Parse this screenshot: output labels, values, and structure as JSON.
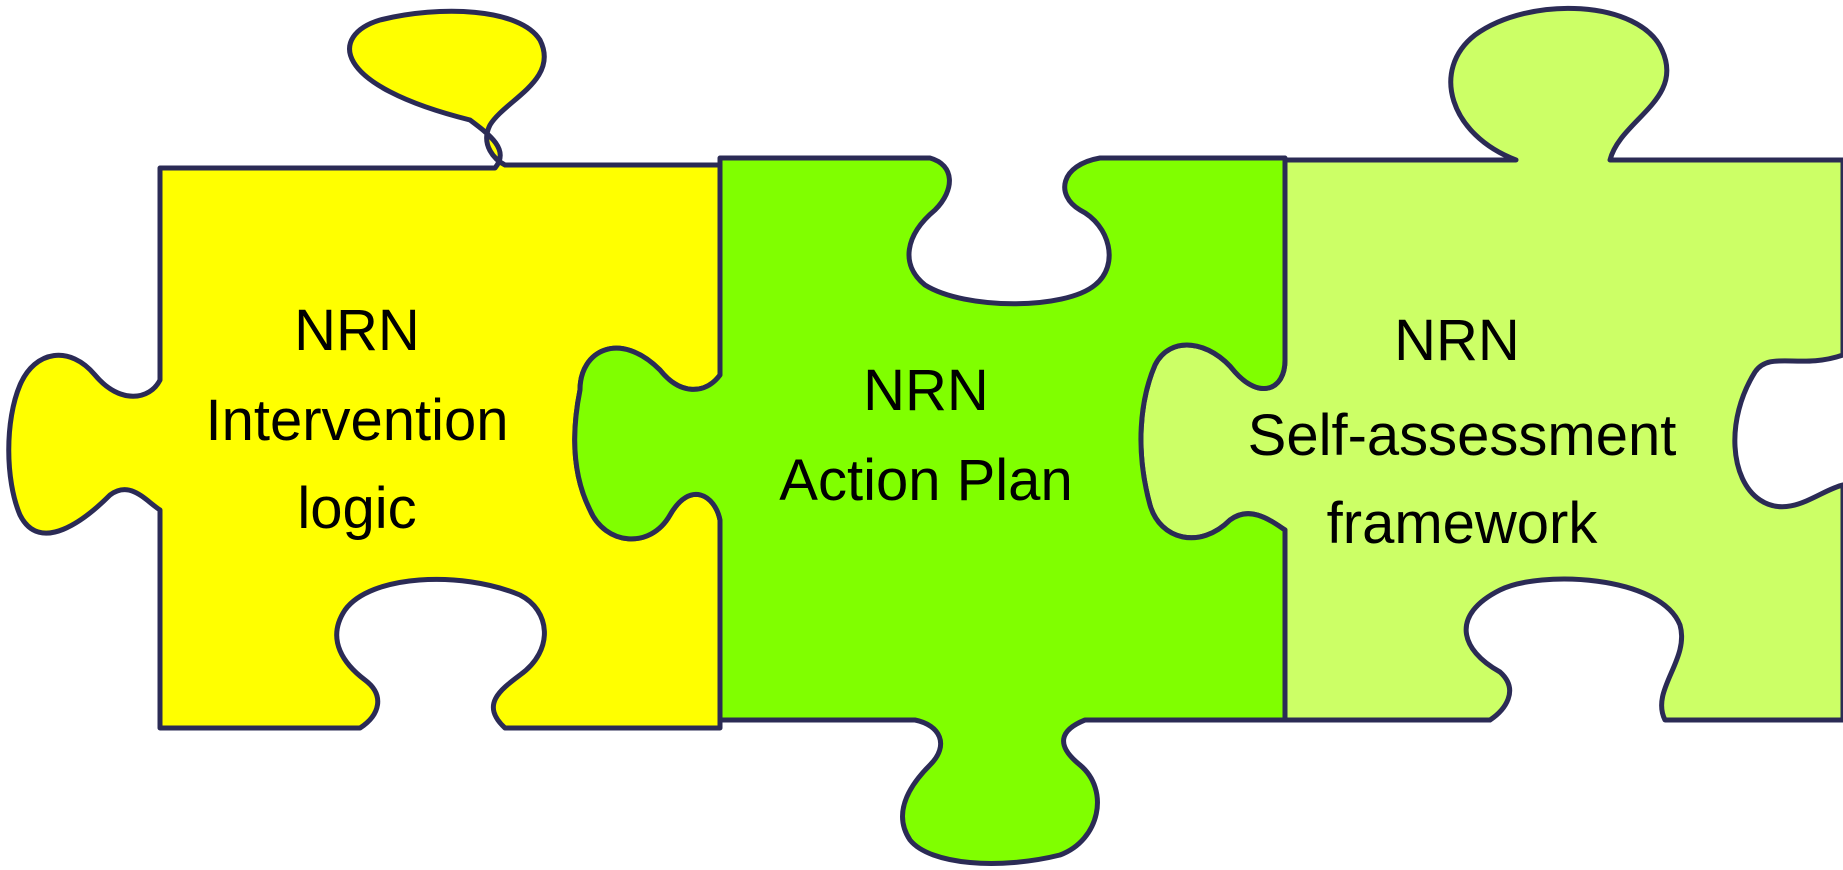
{
  "pieces": [
    {
      "lines": [
        "NRN",
        "Intervention",
        "logic"
      ],
      "fill": "#ffff00"
    },
    {
      "lines": [
        "NRN",
        "Action Plan"
      ],
      "fill": "#80ff00"
    },
    {
      "lines": [
        "NRN",
        "Self-assessment",
        "framework"
      ],
      "fill": "#ccff66"
    }
  ],
  "colors": {
    "outline": "#2b2b55",
    "background": "#ffffff"
  }
}
